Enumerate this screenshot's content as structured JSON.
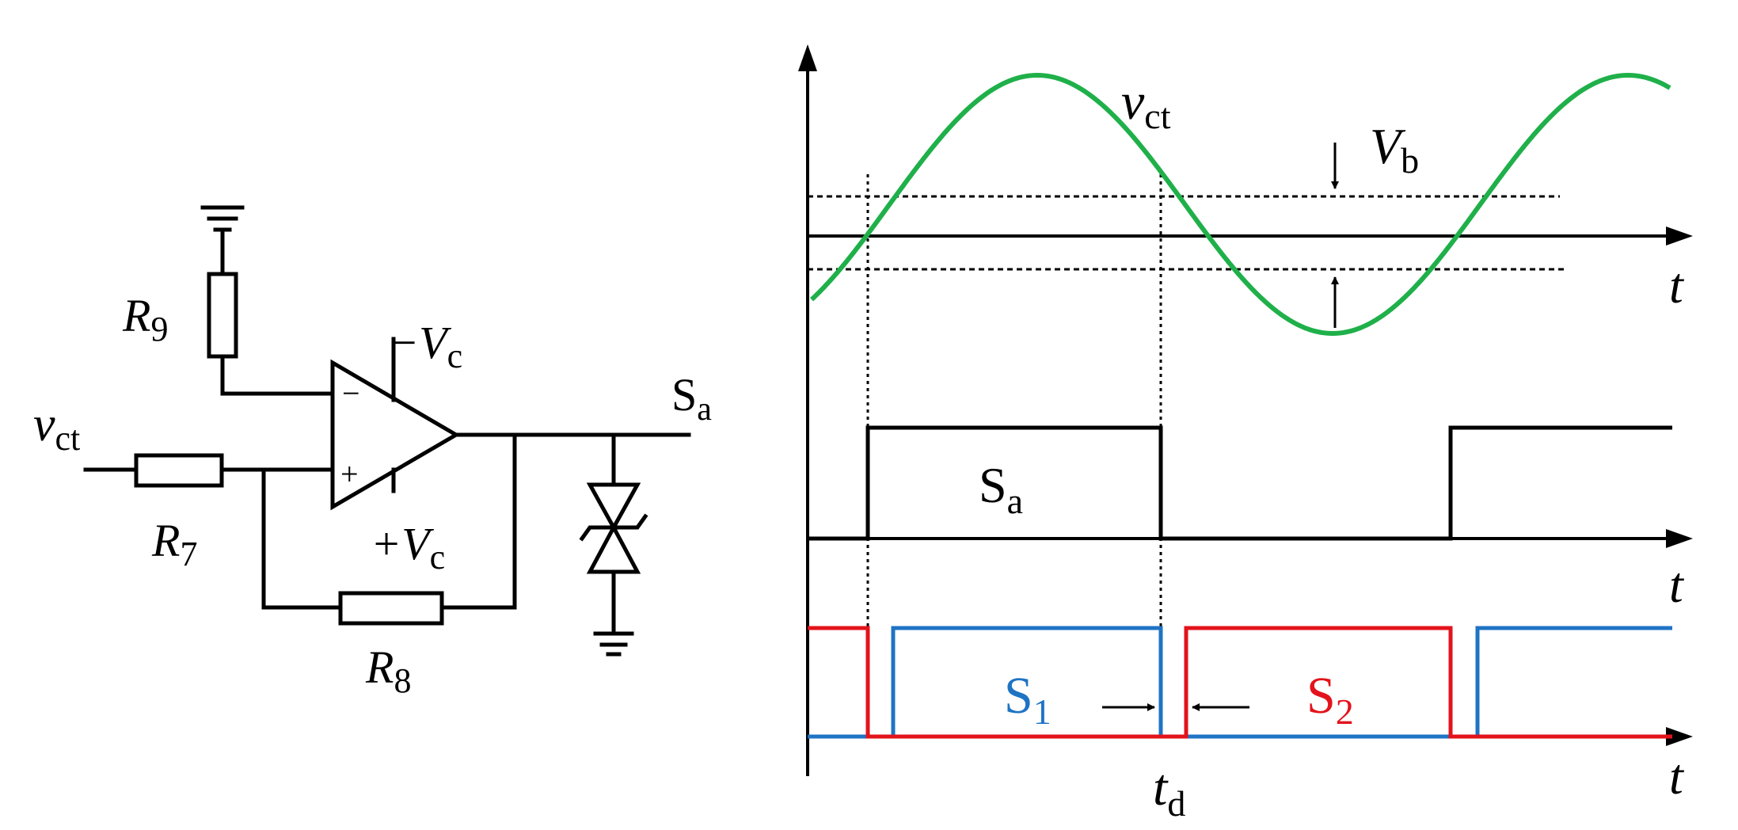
{
  "colors": {
    "wire": "#000000",
    "carrier": "#1fb04a",
    "s1": "#1f73c4",
    "s2": "#e3131b"
  },
  "circuit": {
    "r9": {
      "main": "R",
      "sub": "9"
    },
    "r7": {
      "main": "R",
      "sub": "7"
    },
    "r8": {
      "main": "R",
      "sub": "8"
    },
    "input": {
      "main": "v",
      "sub": "ct"
    },
    "output": {
      "main": "S",
      "sub": "a"
    },
    "supply_neg": {
      "main": "−V",
      "sub": "c"
    },
    "supply_pos": {
      "main": "+V",
      "sub": "c"
    },
    "opamp_minus": "−",
    "opamp_plus": "+"
  },
  "waveforms": {
    "carrier_label": {
      "main": "v",
      "sub": "ct"
    },
    "band_label": {
      "main": "V",
      "sub": "b"
    },
    "time_axis": "t",
    "sa_label": {
      "main": "S",
      "sub": "a"
    },
    "s1_label": {
      "main": "S",
      "sub": "1"
    },
    "s2_label": {
      "main": "S",
      "sub": "2"
    },
    "deadtime_label": {
      "main": "t",
      "sub": "d"
    }
  }
}
